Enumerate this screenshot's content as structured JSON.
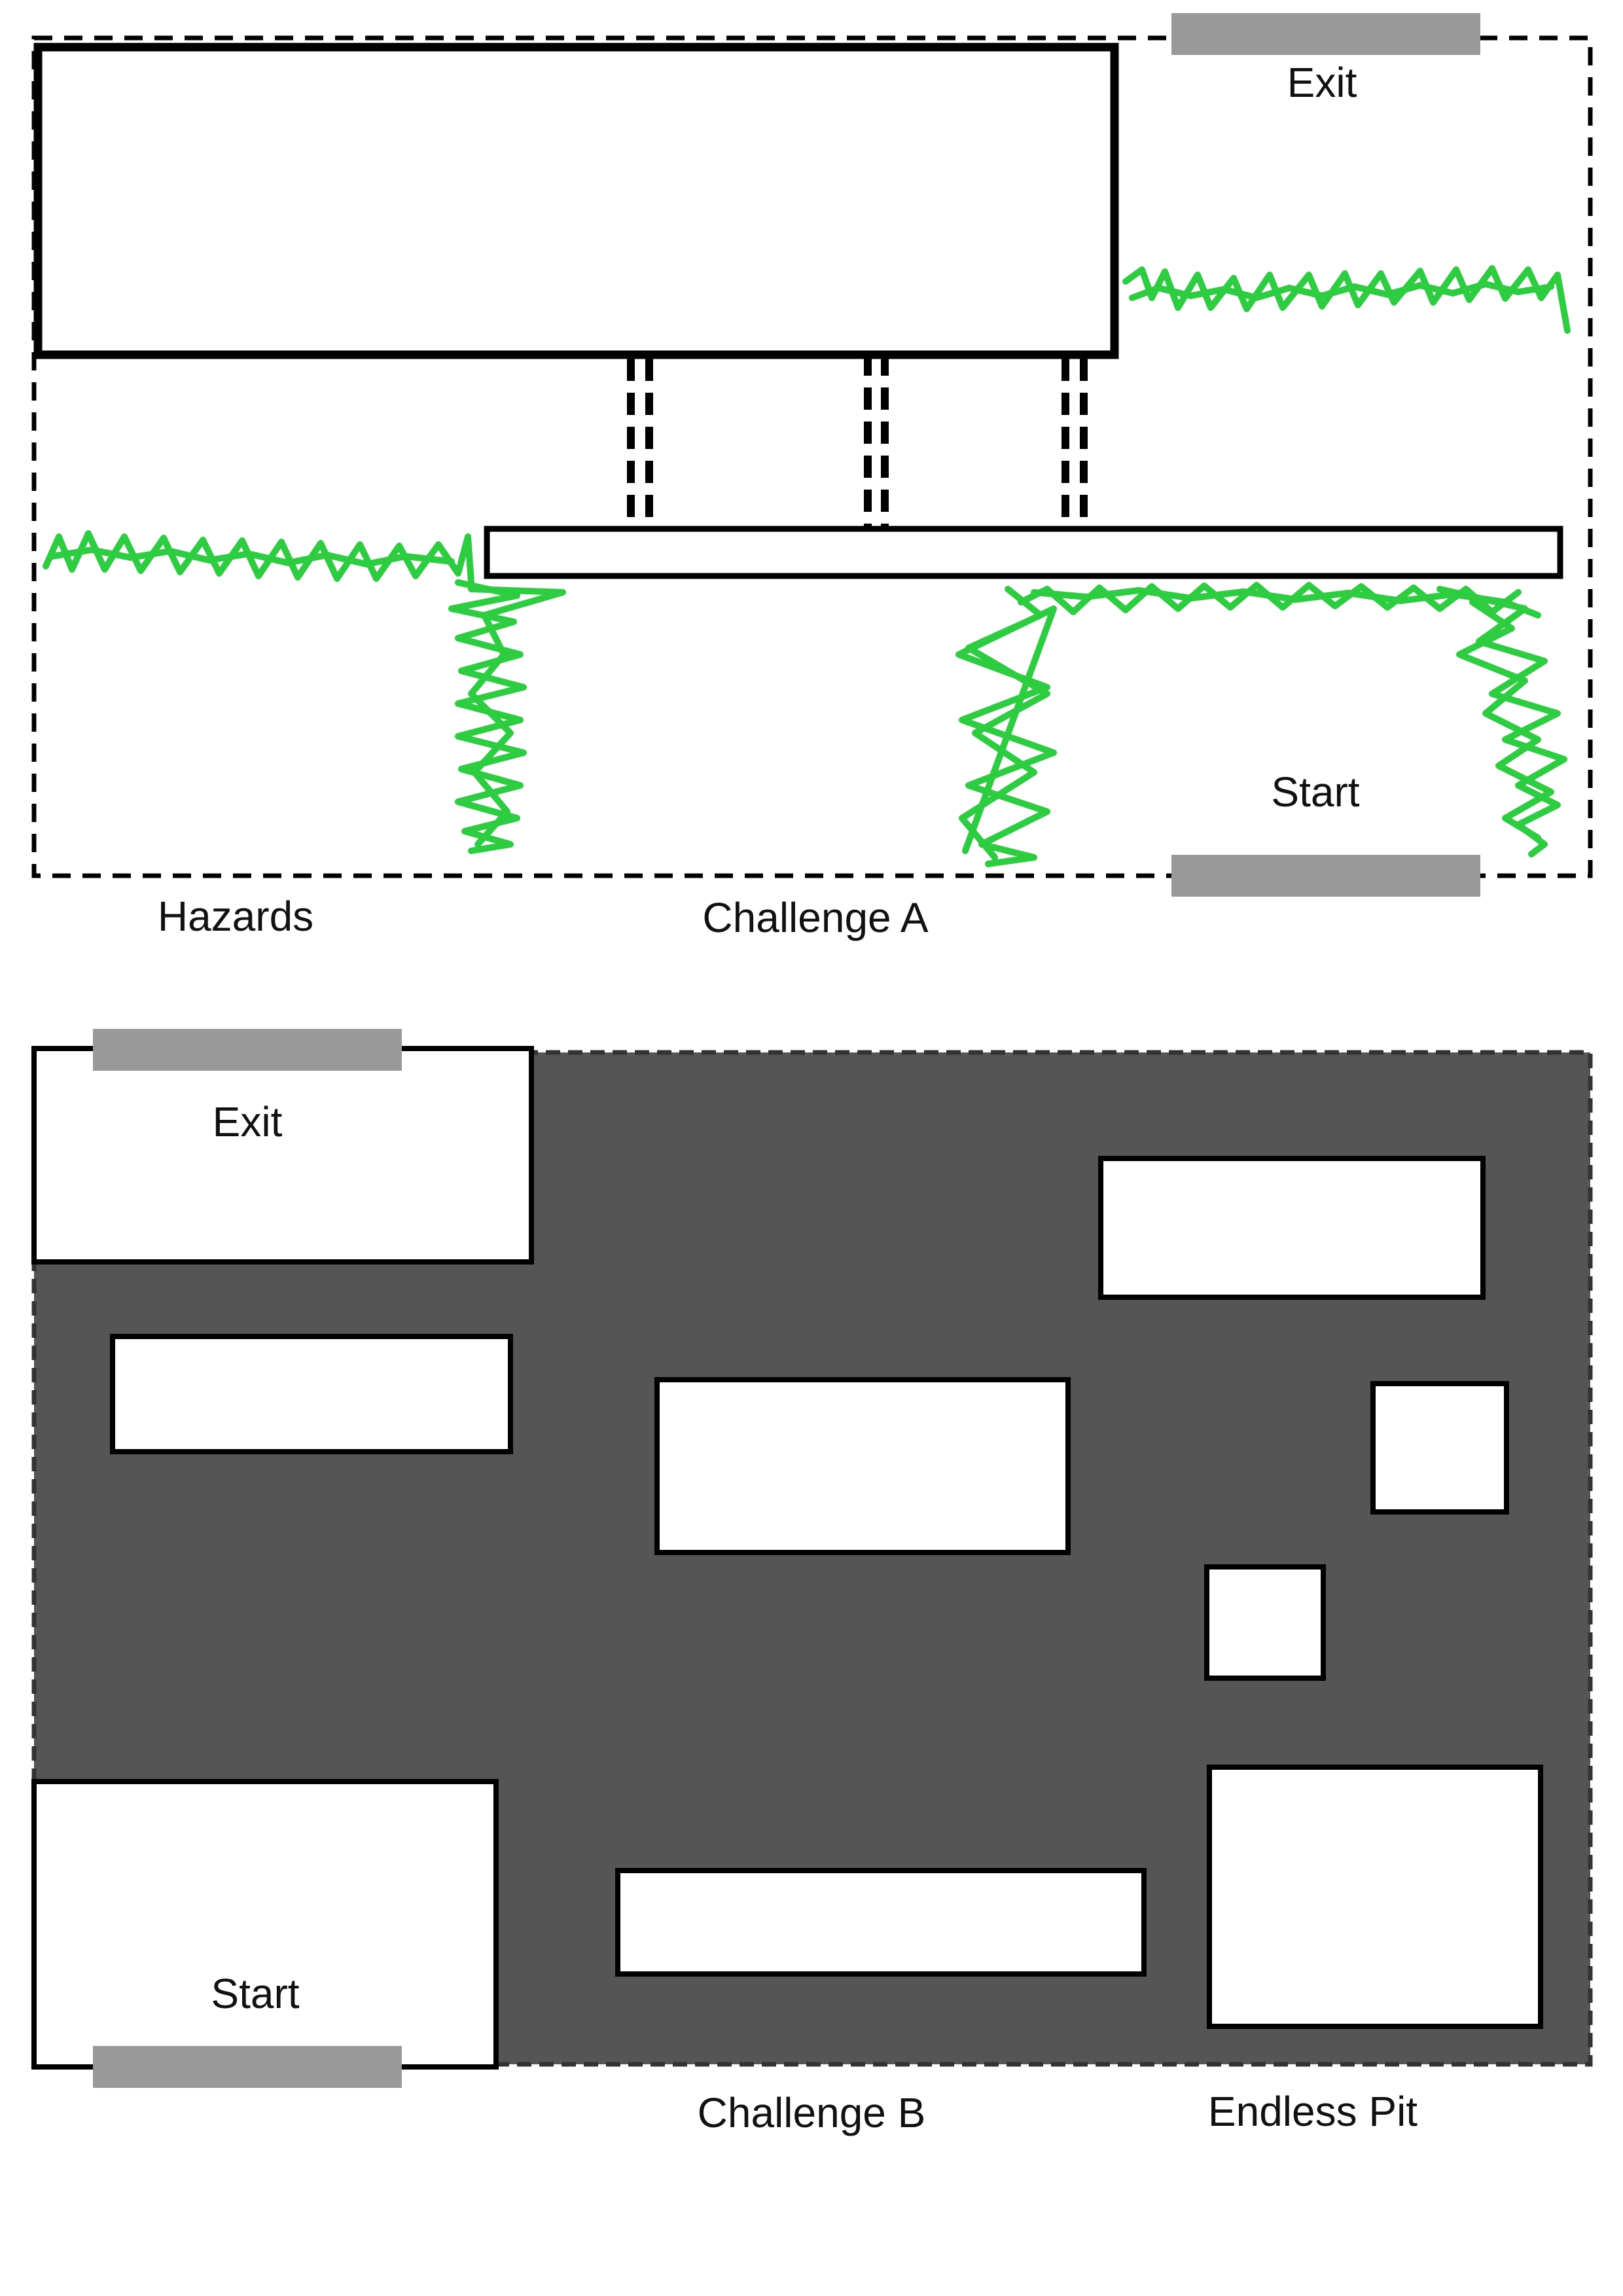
{
  "colors": {
    "outline": "#000000",
    "background": "#ffffff",
    "pit": "#555555",
    "door": "#999999",
    "hazard": "#2ecc40"
  },
  "challenge_a": {
    "exit_label": "Exit",
    "start_label": "Start",
    "hazards_label": "Hazards",
    "caption": "Challenge A"
  },
  "challenge_b": {
    "exit_label": "Exit",
    "start_label": "Start",
    "caption": "Challenge B",
    "pit_label": "Endless Pit"
  }
}
